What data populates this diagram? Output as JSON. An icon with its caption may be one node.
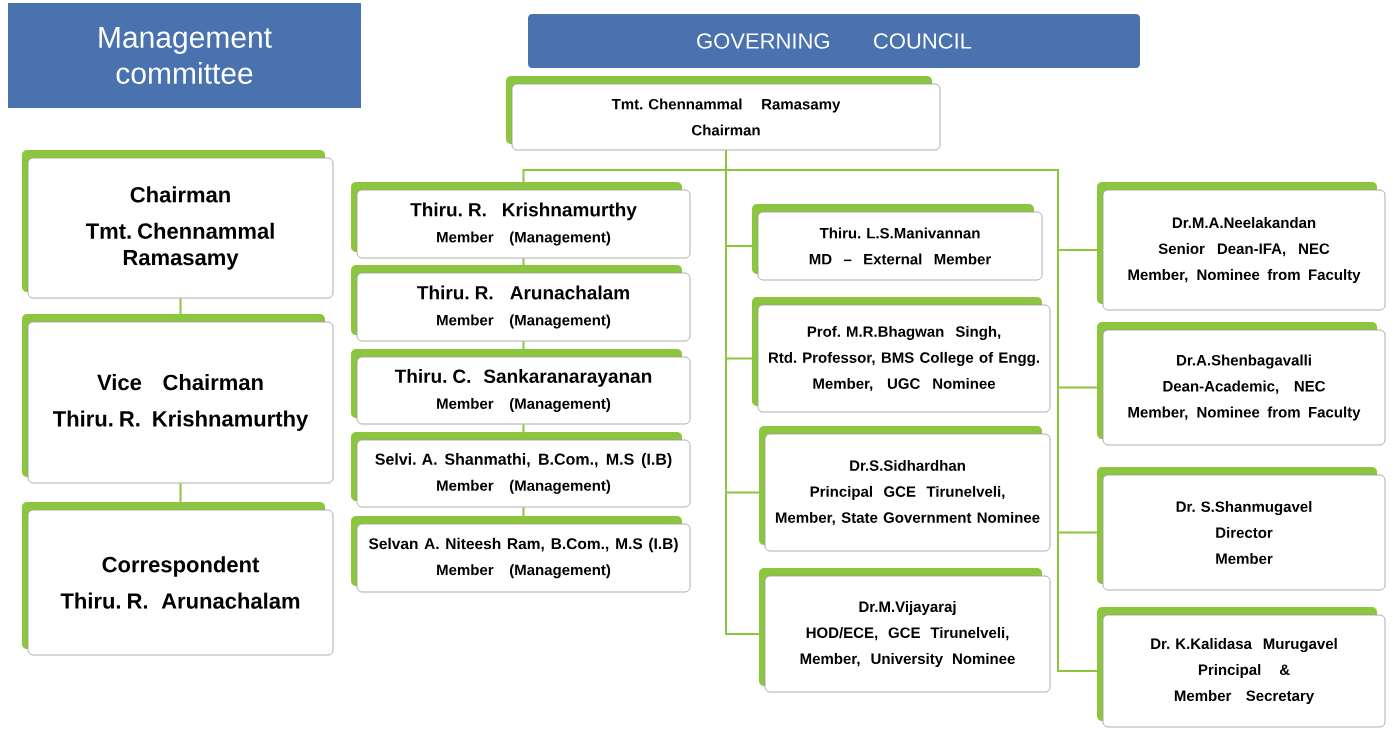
{
  "diagram": {
    "nodes": [
      {
        "text": [
          "Management committee"
        ]
      },
      {
        "text": [
          "GOVERNING COUNCIL"
        ]
      },
      {
        "text": [
          "Tmt. Chennammal Ramasamy",
          "Chairman"
        ]
      },
      {
        "text": [
          "Chairman",
          "Tmt. Chennammal Ramasamy"
        ]
      },
      {
        "text": [
          "Vice Chairman",
          "Thiru. R. Krishnamurthy"
        ]
      },
      {
        "text": [
          "Correspondent",
          "Thiru. R. Arunachalam"
        ]
      },
      {
        "text": [
          "Thiru. R. Krishnamurthy",
          "Member (Management)"
        ]
      },
      {
        "text": [
          "Thiru. R. Arunachalam",
          "Member (Management)"
        ]
      },
      {
        "text": [
          "Thiru. C. Sankaranarayanan",
          "Member (Management)"
        ]
      },
      {
        "text": [
          "Selvi. A. Shanmathi, B.Com., M.S (I.B)",
          "Member (Management)"
        ]
      },
      {
        "text": [
          "Selvan A. Niteesh Ram, B.Com., M.S (I.B)",
          "Member (Management)"
        ]
      },
      {
        "text": [
          "Thiru. L.S.Manivannan",
          "MD – External Member"
        ]
      },
      {
        "text": [
          "Prof. M.R.Bhagwan Singh,",
          "Rtd. Professor, BMS College of Engg.",
          "Member, UGC Nominee"
        ]
      },
      {
        "text": [
          "Dr.S.Sidhardhan",
          "Principal GCE Tirunelveli,",
          "Member, State Government Nominee"
        ]
      },
      {
        "text": [
          "Dr.M.Vijayaraj",
          "HOD/ECE, GCE Tirunelveli,",
          "Member, University Nominee"
        ]
      },
      {
        "text": [
          "Dr.M.A.Neelakandan",
          "Senior Dean-IFA, NEC",
          "Member, Nominee from Faculty"
        ]
      },
      {
        "text": [
          "Dr.A.Shenbagavalli",
          "Dean-Academic, NEC",
          "Member, Nominee from Faculty"
        ]
      },
      {
        "text": [
          "Dr. S.Shanmugavel",
          "Director",
          "Member"
        ]
      },
      {
        "text": [
          "Dr. K.Kalidasa Murugavel",
          "Principal &",
          "Member Secretary"
        ]
      }
    ],
    "edges": [
      {
        "from": 3,
        "to": 4,
        "arrow": "none"
      },
      {
        "from": 4,
        "to": 5,
        "arrow": "none"
      },
      {
        "from": 2,
        "to": 6,
        "arrow": "none"
      },
      {
        "from": 6,
        "to": 7,
        "arrow": "none"
      },
      {
        "from": 7,
        "to": 8,
        "arrow": "none"
      },
      {
        "from": 8,
        "to": 9,
        "arrow": "none"
      },
      {
        "from": 9,
        "to": 10,
        "arrow": "none"
      },
      {
        "from": 2,
        "to": 11,
        "arrow": "none"
      },
      {
        "from": 2,
        "to": 12,
        "arrow": "none"
      },
      {
        "from": 2,
        "to": 13,
        "arrow": "none"
      },
      {
        "from": 2,
        "to": 14,
        "arrow": "none"
      },
      {
        "from": 2,
        "to": 15,
        "arrow": "none"
      },
      {
        "from": 2,
        "to": 16,
        "arrow": "none"
      },
      {
        "from": 2,
        "to": 17,
        "arrow": "none"
      },
      {
        "from": 2,
        "to": 18,
        "arrow": "none"
      }
    ]
  }
}
